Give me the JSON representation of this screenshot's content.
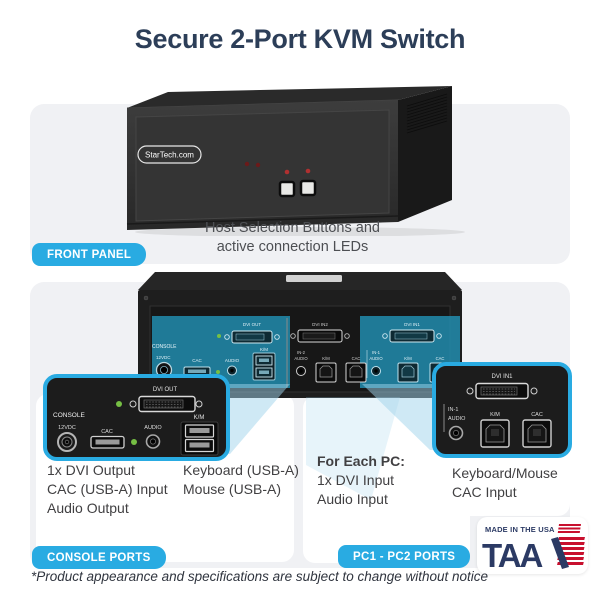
{
  "title": "Secure 2-Port KVM Switch",
  "front": {
    "logo": "StarTech.com",
    "badge": "FRONT PANEL",
    "caption1": "Host Selection Buttons and",
    "caption2": "active connection LEDs"
  },
  "rear": {
    "panel": {
      "console": "CONSOLE",
      "v12": "12VDC",
      "cac": "CAC",
      "dvi_out": "DVI OUT",
      "audio": "AUDIO",
      "km": "K/M",
      "dvi_in2": "DVI IN2",
      "in2": "IN-2",
      "audio2": "AUDIO",
      "km2": "K/M",
      "cac2": "CAC",
      "dvi_in1": "DVI IN1",
      "in1": "IN-1",
      "audio1": "AUDIO",
      "km1": "K/M",
      "cac1": "CAC"
    },
    "console_callout": {
      "console": "CONSOLE",
      "v12": "12VDC",
      "cac": "CAC",
      "dvi_out": "DVI OUT",
      "audio": "AUDIO",
      "km": "K/M"
    },
    "pc_callout": {
      "dvi_in1": "DVI IN1",
      "in1": "IN-1",
      "audio": "AUDIO",
      "km": "K/M",
      "cac": "CAC"
    },
    "captions": {
      "console_col1": [
        "1x DVI Output",
        "CAC (USB-A) Input",
        "Audio Output"
      ],
      "console_col2": [
        "Keyboard (USB-A)",
        "Mouse (USB-A)"
      ],
      "pc_heading": "For Each PC:",
      "pc_col1": [
        "1x DVI Input",
        "Audio Input"
      ],
      "pc_col2": [
        "Keyboard/Mouse",
        "CAC Input"
      ]
    },
    "badge_console": "CONSOLE PORTS",
    "badge_pc": "PC1 - PC2 PORTS"
  },
  "taa": {
    "made_in": "MADE IN THE USA",
    "name": "TAA"
  },
  "footer": "*Product appearance and specifications are subject to change without notice",
  "colors": {
    "accent_blue": "#29abe2",
    "title_navy": "#2c3e58",
    "teal_overlay": "#2293b8",
    "led_green": "#76bf44",
    "led_red": "#b03030",
    "taa_navy": "#2b3a64",
    "taa_red": "#c8102e"
  }
}
